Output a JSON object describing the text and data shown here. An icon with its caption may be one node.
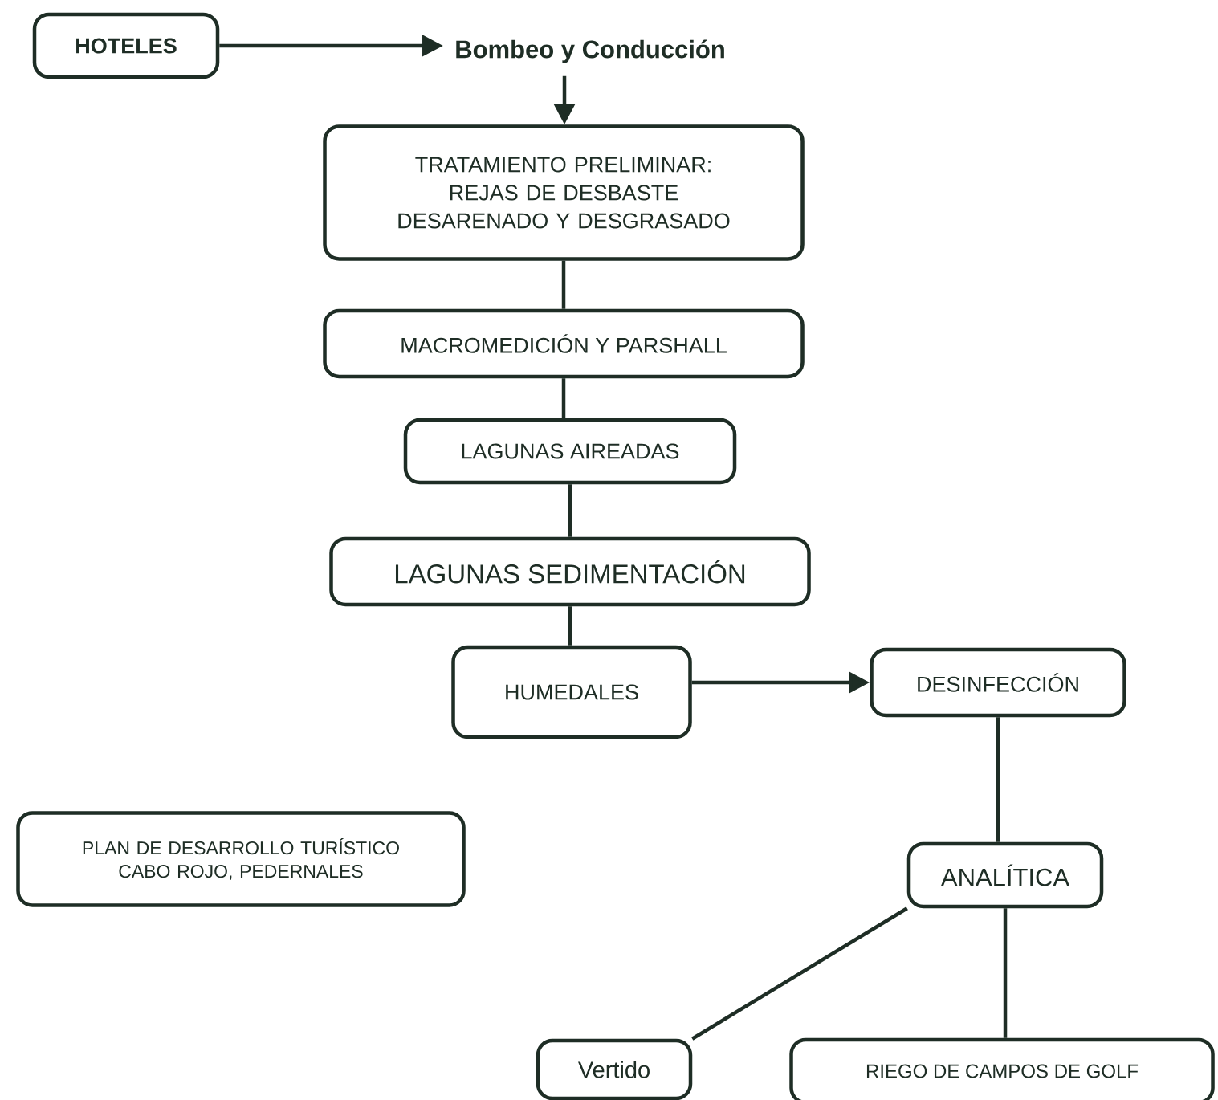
{
  "diagram": {
    "nodes": [
      {
        "text": [
          "HOTELES"
        ]
      },
      {
        "text": [
          "Bombeo y Conducción"
        ]
      },
      {
        "text": [
          "TRATAMIENTO PRELIMINAR: REJAS DE DESBASTE DESARENADO Y DESGRASADO"
        ]
      },
      {
        "text": [
          "MACROMEDICIÓN Y PARSHALL"
        ]
      },
      {
        "text": [
          "LAGUNAS AIREADAS"
        ]
      },
      {
        "text": [
          "LAGUNAS SEDIMENTACIÓN"
        ]
      },
      {
        "text": [
          "HUMEDALES"
        ]
      },
      {
        "text": [
          "DESINFECCIÓN"
        ]
      },
      {
        "text": [
          "PLAN DE DESARROLLO TURÍSTICO CABO ROJO, PEDERNALES"
        ]
      },
      {
        "text": [
          "ANALÍTICA"
        ]
      },
      {
        "text": [
          "Vertido"
        ]
      },
      {
        "text": [
          "RIEGO DE CAMPOS DE GOLF"
        ]
      }
    ],
    "edges": [
      {
        "from": 0,
        "to": 1,
        "arrow": "to"
      },
      {
        "from": 1,
        "to": 2,
        "arrow": "to"
      },
      {
        "from": 2,
        "to": 3,
        "arrow": "none"
      },
      {
        "from": 3,
        "to": 4,
        "arrow": "none"
      },
      {
        "from": 4,
        "to": 5,
        "arrow": "none"
      },
      {
        "from": 5,
        "to": 6,
        "arrow": "none"
      },
      {
        "from": 6,
        "to": 7,
        "arrow": "to"
      },
      {
        "from": 7,
        "to": 9,
        "arrow": "none"
      },
      {
        "from": 9,
        "to": 10,
        "arrow": "none"
      },
      {
        "from": 9,
        "to": 11,
        "arrow": "none"
      }
    ]
  }
}
